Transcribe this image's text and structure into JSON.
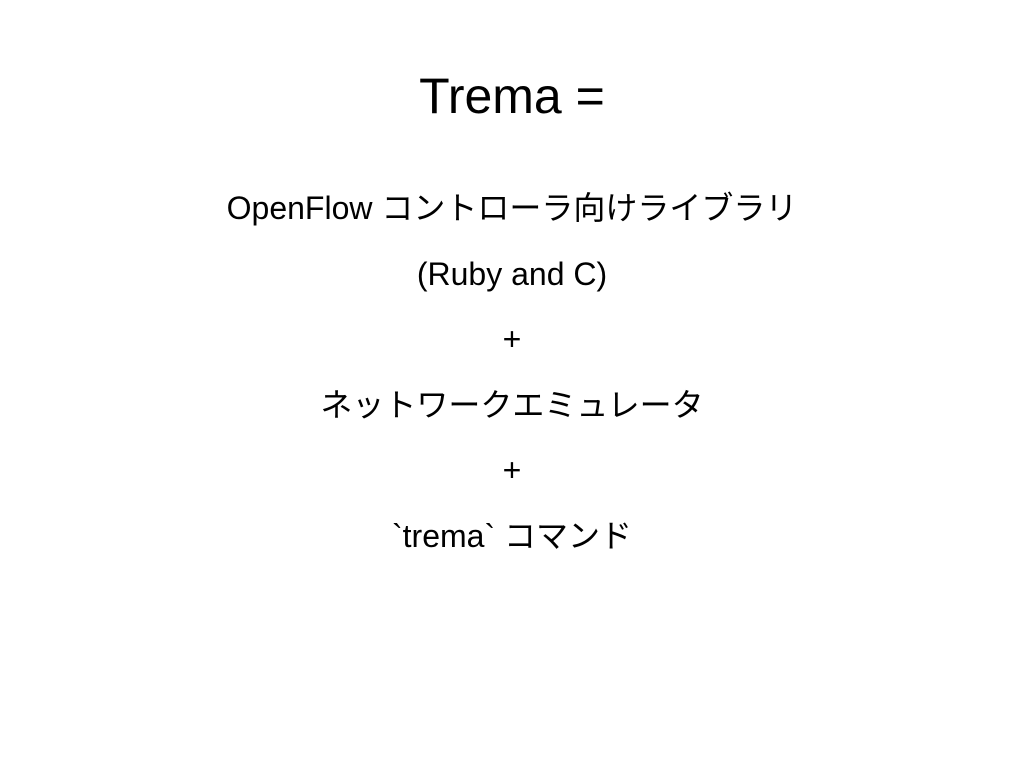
{
  "slide": {
    "title": "Trema =",
    "lines": [
      "OpenFlow コントローラ向けライブラリ",
      "(Ruby and C)",
      "+",
      "ネットワークエミュレータ",
      "+",
      "`trema` コマンド"
    ]
  }
}
